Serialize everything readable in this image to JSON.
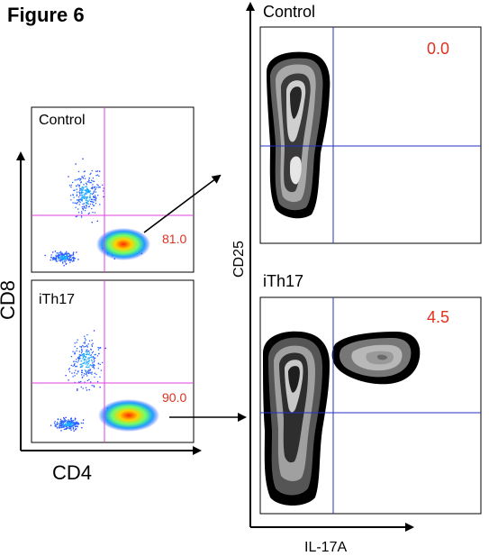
{
  "figure_title": "Figure 6",
  "left_panels": {
    "top": {
      "label": "Control",
      "percent": "81.0"
    },
    "bottom": {
      "label": "iTh17",
      "percent": "90.0"
    },
    "x_axis_label": "CD4",
    "y_axis_label": "CD8"
  },
  "right_panels": {
    "top": {
      "label": "Control",
      "percent": "0.0"
    },
    "bottom": {
      "label": "iTh17",
      "percent": "4.5"
    },
    "x_axis_label": "IL-17A",
    "y_axis_label": "CD25"
  },
  "colors": {
    "gate_left": "#e040e0",
    "gate_right": "#2030c0",
    "percent_text": "#e0301e"
  }
}
